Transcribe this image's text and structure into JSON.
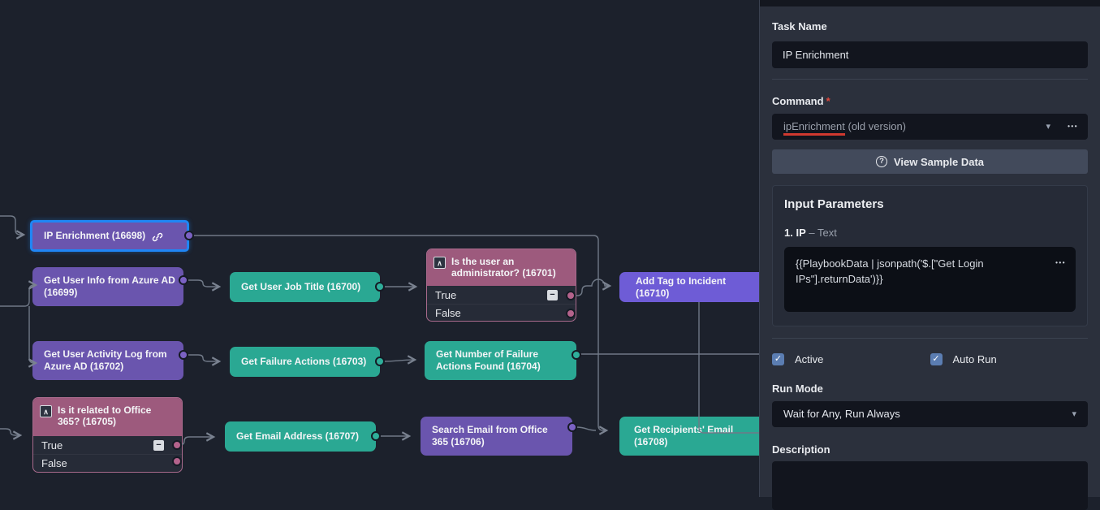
{
  "icons": {
    "more": "•••",
    "caret_down": "▾",
    "check": "✓",
    "question": "?",
    "collapse": "∧",
    "minus": "−"
  },
  "canvas": {
    "nodes": {
      "ip_enrichment": {
        "label": "IP Enrichment (16698)"
      },
      "get_user_info": {
        "label": "Get User Info from Azure AD (16699)"
      },
      "get_user_job_title": {
        "label": "Get User Job Title (16700)"
      },
      "add_tag_to_incident": {
        "label": "Add Tag to Incident (16710)"
      },
      "get_user_activity_log": {
        "label": "Get User Activity Log from Azure AD (16702)"
      },
      "get_failure_actions": {
        "label": "Get Failure Actions (16703)"
      },
      "get_number_failure_actions": {
        "label": "Get Number of Failure Actions Found (16704)"
      },
      "get_email_address": {
        "label": "Get Email Address (16707)"
      },
      "search_email_office365": {
        "label": "Search Email from Office 365 (16706)"
      },
      "get_recipients_email": {
        "label": "Get Recipients' Email (16708)"
      }
    },
    "conditions": {
      "is_admin": {
        "title": "Is the user an administrator? (16701)",
        "true_label": "True",
        "false_label": "False"
      },
      "is_office365": {
        "title": "Is it related to Office 365? (16705)",
        "true_label": "True",
        "false_label": "False"
      }
    }
  },
  "panel": {
    "task_name": {
      "label": "Task Name",
      "value": "IP Enrichment"
    },
    "command": {
      "label": "Command",
      "required_mark": "*",
      "value": "ipEnrichment",
      "suffix": " (old version)"
    },
    "view_sample_data_label": "View Sample Data",
    "input_parameters": {
      "title": "Input Parameters",
      "param_index": "1.",
      "param_name": "IP",
      "param_type": "– Text",
      "param_value": "{{PlaybookData | jsonpath('$.[\"Get Login IPs\"].returnData')}}"
    },
    "active_label": "Active",
    "auto_run_label": "Auto Run",
    "run_mode": {
      "label": "Run Mode",
      "value": "Wait for Any, Run Always"
    },
    "description": {
      "label": "Description",
      "value": ""
    }
  },
  "colors": {
    "canvas_bg": "#1c212c",
    "panel_bg": "#2b303c",
    "purple_node": "#6a55ae",
    "bright_purple_node": "#6e5cd6",
    "teal_node": "#2aa893",
    "condition_header": "#9d5a7d",
    "condition_border": "#a86a8c",
    "selection_blue": "#1f86f5",
    "edge_gray": "#707987",
    "error_underline_red": "#d0392f",
    "checkbox_blue": "#5b7db2"
  }
}
